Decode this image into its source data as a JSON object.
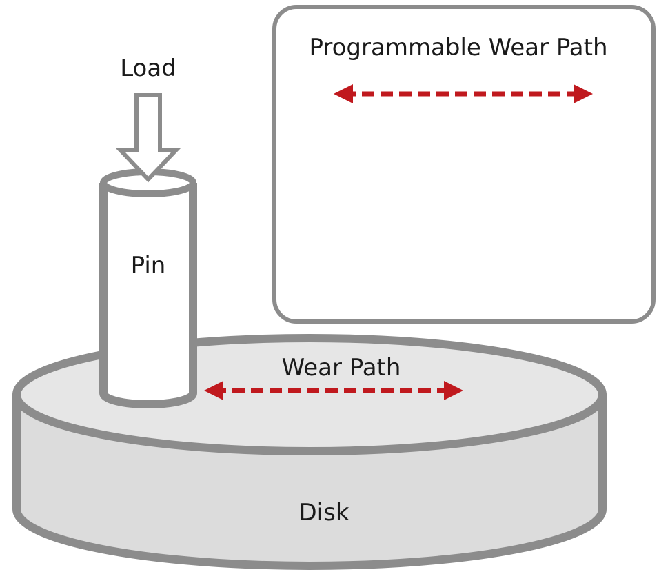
{
  "labels": {
    "load": "Load",
    "pin": "Pin",
    "wear_path": "Wear Path",
    "disk": "Disk",
    "programmable_wear_path": "Programmable Wear Path"
  },
  "colors": {
    "outline": "#8c8c8c",
    "disk_fill": "#dcdcdc",
    "disk_top_fill": "#e6e6e6",
    "arrow": "#c0191e",
    "text": "#1a1a1a"
  }
}
